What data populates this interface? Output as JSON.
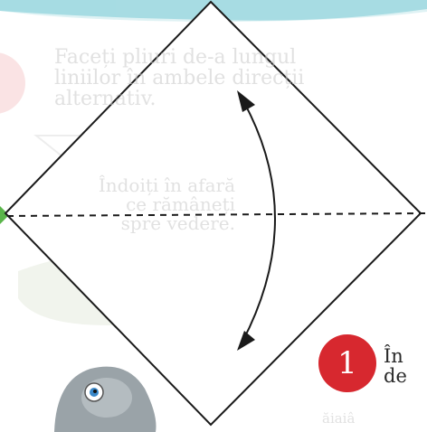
{
  "step": {
    "number": "1",
    "text": "În\nde"
  },
  "background_text": {
    "top": "Faceți pliuri de-a lungul\nliniilor în ambele direcții\nalternativ.",
    "middle": "Îndoiți în afară\nce rămâneți\nspre vedere.",
    "bottom": "ăiaiâ"
  },
  "colors": {
    "badge": "#d7282f",
    "outline": "#1a1a1a",
    "teal_top": "#8fd3dc",
    "green_tip": "#5ab54a",
    "ghost_red": "#f2b9ba"
  }
}
